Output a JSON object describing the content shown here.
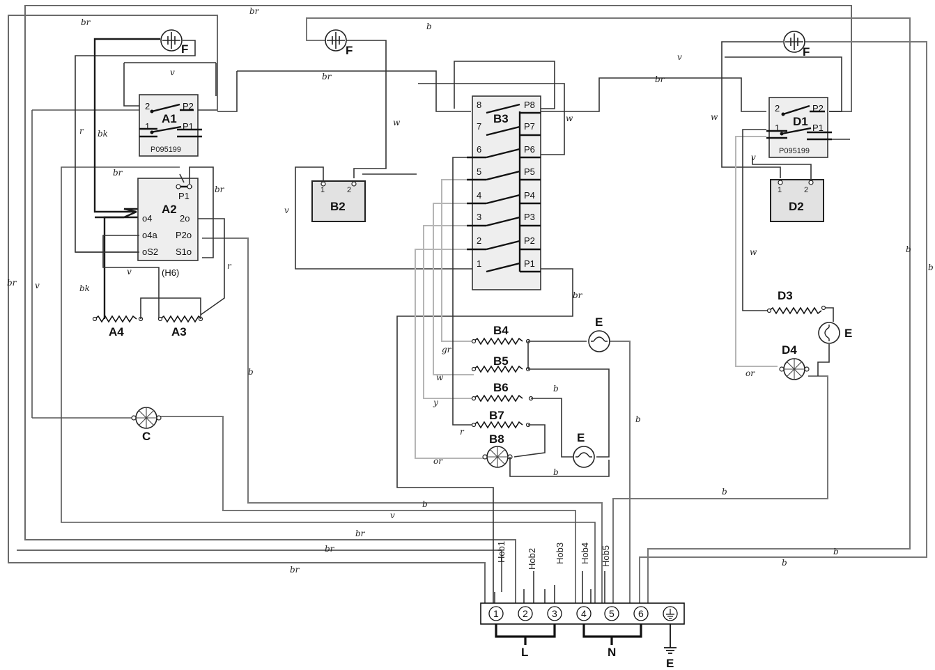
{
  "components": {
    "a1": {
      "label": "A1",
      "pins": [
        "2",
        "P2",
        "1",
        "P1"
      ],
      "code": "P095199"
    },
    "a2": {
      "label": "A2",
      "sub": "(H6)",
      "pins": [
        "P1",
        "o4",
        "2o",
        "o4a",
        "P2o",
        "oS2",
        "S1o"
      ]
    },
    "a3": "A3",
    "a4": "A4",
    "b2": {
      "label": "B2",
      "pins": [
        "1",
        "2"
      ]
    },
    "b3": {
      "label": "B3",
      "left_pins": [
        "8",
        "7",
        "6",
        "5",
        "4",
        "3",
        "2",
        "1"
      ],
      "right_pins": [
        "P8",
        "P7",
        "P6",
        "P5",
        "P4",
        "P3",
        "P2",
        "P1"
      ]
    },
    "b4": "B4",
    "b5": "B5",
    "b6": "B6",
    "b7": "B7",
    "b8": "B8",
    "c": "C",
    "d1": {
      "label": "D1",
      "pins": [
        "2",
        "P2",
        "1",
        "P1"
      ],
      "code": "P095199"
    },
    "d2": {
      "label": "D2",
      "pins": [
        "1",
        "2"
      ]
    },
    "d3": "D3",
    "d4": "D4",
    "e": "E",
    "f": "F"
  },
  "wire_labels": {
    "br": "br",
    "b": "b",
    "v": "v",
    "w": "w",
    "r": "r",
    "bk": "bk",
    "gr": "gr",
    "y": "y",
    "or": "or"
  },
  "terminal_block": {
    "terminals": [
      "1",
      "2",
      "3",
      "4",
      "5",
      "6"
    ],
    "hob_labels": [
      "Hob1",
      "Hob2",
      "Hob3",
      "Hob4",
      "Hob5"
    ],
    "line": "L",
    "neutral": "N",
    "earth": "E"
  }
}
